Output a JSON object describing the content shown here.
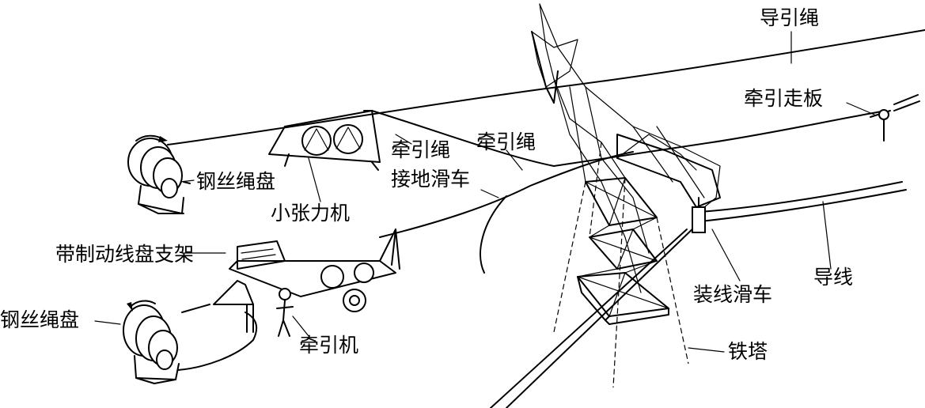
{
  "diagram": {
    "labels": {
      "guide_rope": "导引绳",
      "pulling_board": "牵引走板",
      "traction_rope_1": "牵引绳",
      "traction_rope_2": "牵引绳",
      "grounding_pulley": "接地滑车",
      "wire_drum_upper": "钢丝绳盘",
      "wire_drum_lower": "钢丝绳盘",
      "small_tensioner": "小张力机",
      "drum_stand": "带制动线盘支架",
      "puller": "牵引机",
      "conductor": "导线",
      "stringing_block": "装线滑车",
      "tower": "铁塔"
    }
  }
}
